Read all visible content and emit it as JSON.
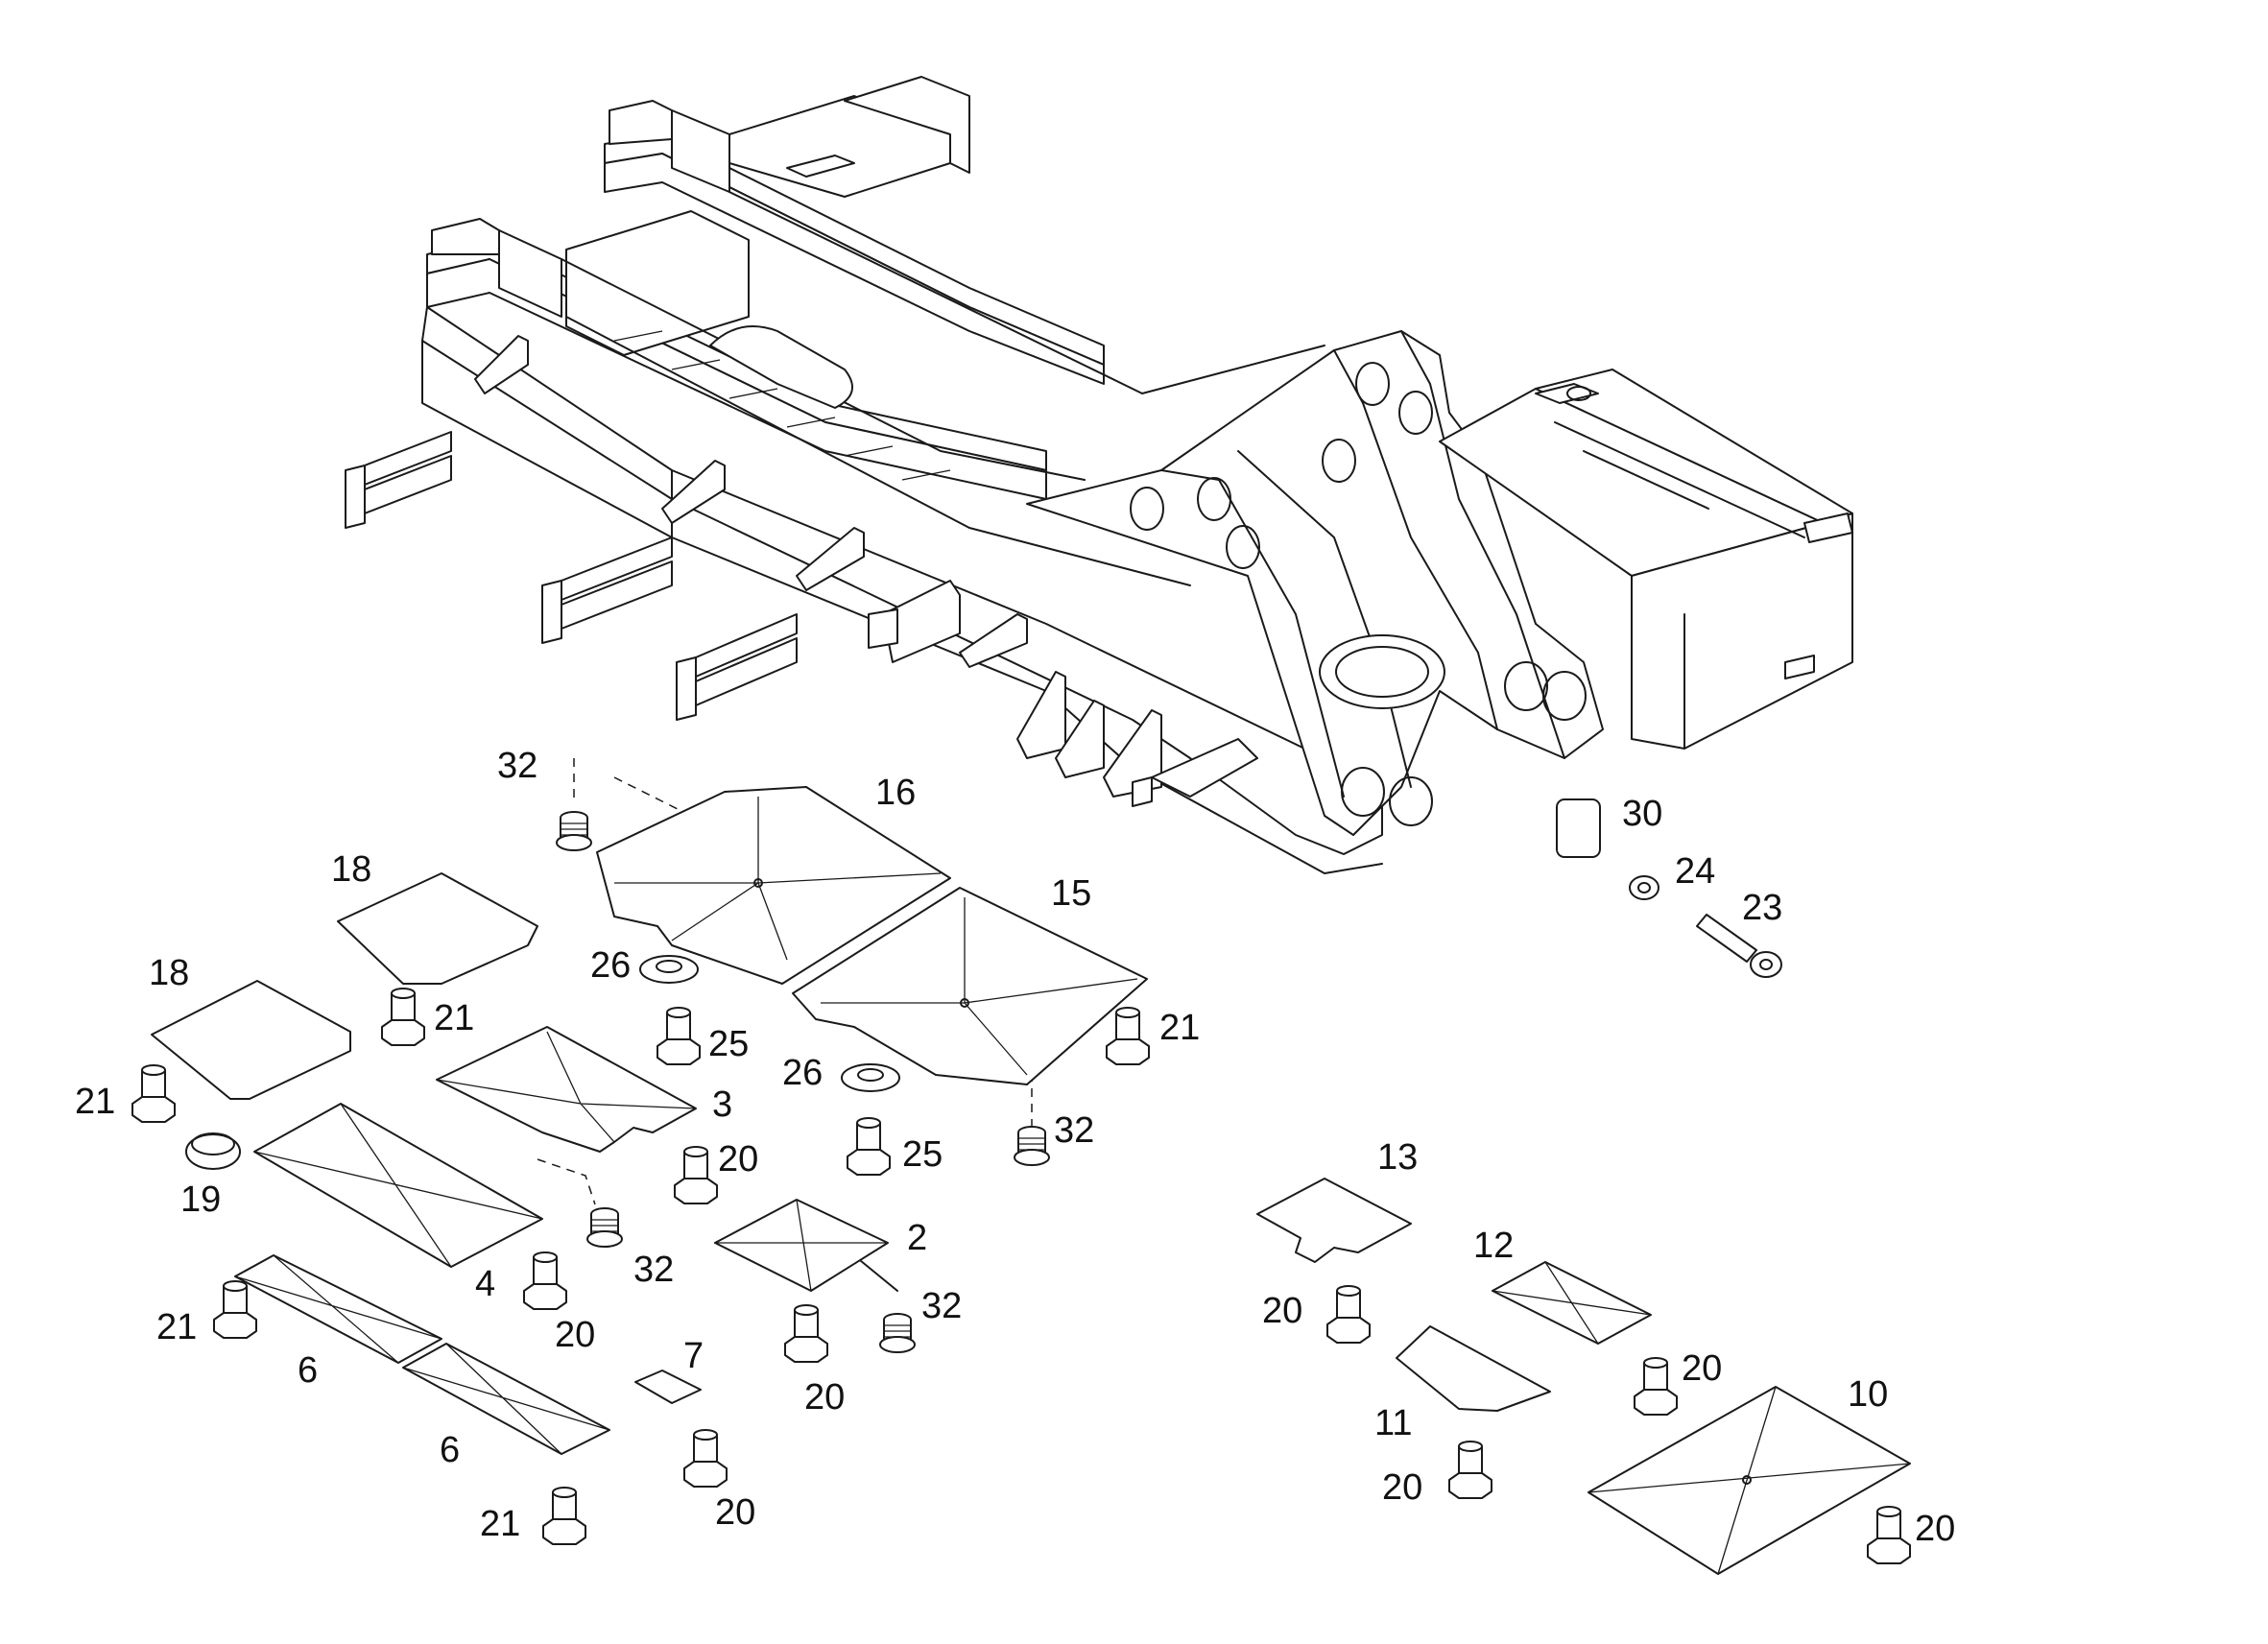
{
  "callouts": [
    {
      "id": "c32a",
      "text": "32"
    },
    {
      "id": "c16",
      "text": "16"
    },
    {
      "id": "c30",
      "text": "30"
    },
    {
      "id": "c24",
      "text": "24"
    },
    {
      "id": "c23",
      "text": "23"
    },
    {
      "id": "c18a",
      "text": "18"
    },
    {
      "id": "c15",
      "text": "15"
    },
    {
      "id": "c26a",
      "text": "26"
    },
    {
      "id": "c18b",
      "text": "18"
    },
    {
      "id": "c21a",
      "text": "21"
    },
    {
      "id": "c25a",
      "text": "25"
    },
    {
      "id": "c21b",
      "text": "21"
    },
    {
      "id": "c26b",
      "text": "26"
    },
    {
      "id": "c21c",
      "text": "21"
    },
    {
      "id": "c3",
      "text": "3"
    },
    {
      "id": "c32b",
      "text": "32"
    },
    {
      "id": "c25b",
      "text": "25"
    },
    {
      "id": "c20a",
      "text": "20"
    },
    {
      "id": "c19",
      "text": "19"
    },
    {
      "id": "c13",
      "text": "13"
    },
    {
      "id": "c2",
      "text": "2"
    },
    {
      "id": "c32c",
      "text": "32"
    },
    {
      "id": "c4",
      "text": "4"
    },
    {
      "id": "c12",
      "text": "12"
    },
    {
      "id": "c32d",
      "text": "32"
    },
    {
      "id": "c20b",
      "text": "20"
    },
    {
      "id": "c21d",
      "text": "21"
    },
    {
      "id": "c6a",
      "text": "6"
    },
    {
      "id": "c20c",
      "text": "20"
    },
    {
      "id": "c7",
      "text": "7"
    },
    {
      "id": "c20d",
      "text": "20"
    },
    {
      "id": "c20e",
      "text": "20"
    },
    {
      "id": "c10",
      "text": "10"
    },
    {
      "id": "c11",
      "text": "11"
    },
    {
      "id": "c6b",
      "text": "6"
    },
    {
      "id": "c20f",
      "text": "20"
    },
    {
      "id": "c20g",
      "text": "20"
    },
    {
      "id": "c21e",
      "text": "21"
    },
    {
      "id": "c20h",
      "text": "20"
    }
  ]
}
